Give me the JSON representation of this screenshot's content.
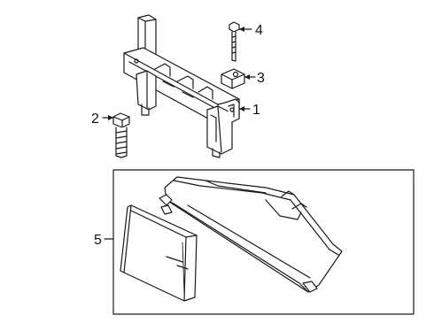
{
  "callouts": [
    {
      "id": "1",
      "label": "1"
    },
    {
      "id": "2",
      "label": "2"
    },
    {
      "id": "3",
      "label": "3"
    },
    {
      "id": "4",
      "label": "4"
    },
    {
      "id": "5",
      "label": "5"
    }
  ],
  "colors": {
    "line": "#1a1a1a",
    "fill": "#ffffff",
    "shade": "#d8d8d8"
  }
}
